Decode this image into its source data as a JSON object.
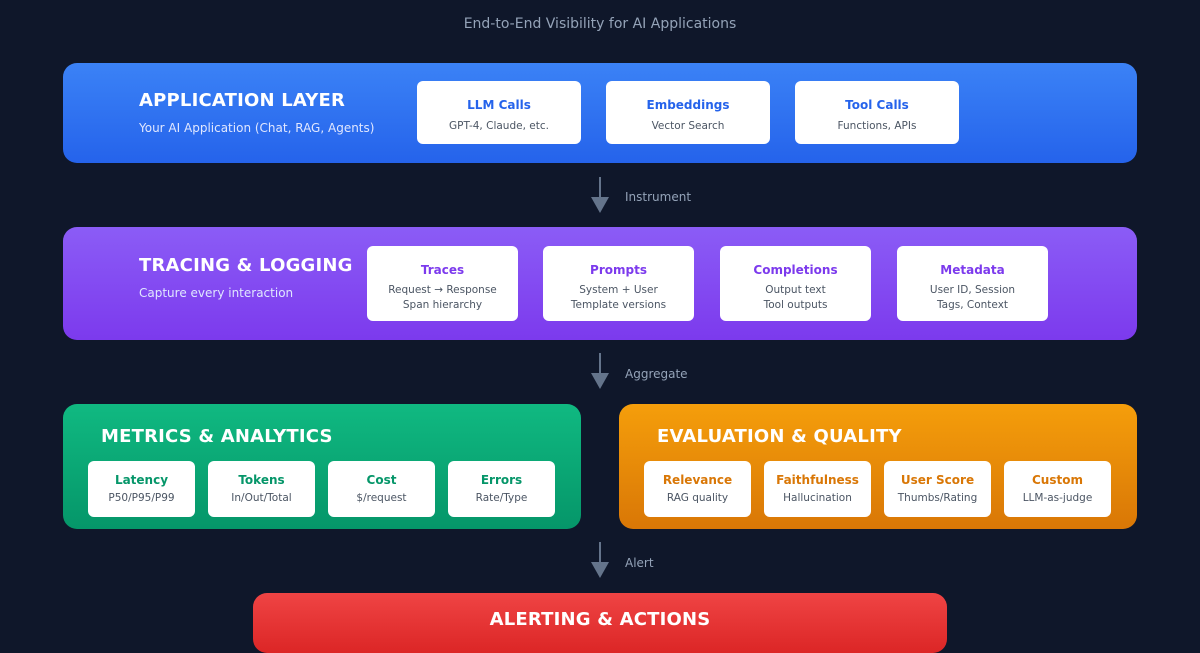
{
  "subtitle": "End-to-End Visibility for AI Applications",
  "application": {
    "title": "APPLICATION LAYER",
    "subtitle": "Your AI Application (Chat, RAG, Agents)",
    "cards": [
      {
        "title": "LLM Calls",
        "lines": [
          "GPT-4, Claude, etc."
        ]
      },
      {
        "title": "Embeddings",
        "lines": [
          "Vector Search"
        ]
      },
      {
        "title": "Tool Calls",
        "lines": [
          "Functions, APIs"
        ]
      }
    ]
  },
  "arrows": [
    "Instrument",
    "Aggregate",
    "Alert"
  ],
  "tracing": {
    "title": "TRACING & LOGGING",
    "subtitle": "Capture every interaction",
    "cards": [
      {
        "title": "Traces",
        "lines": [
          "Request → Response",
          "Span hierarchy"
        ]
      },
      {
        "title": "Prompts",
        "lines": [
          "System + User",
          "Template versions"
        ]
      },
      {
        "title": "Completions",
        "lines": [
          "Output text",
          "Tool outputs"
        ]
      },
      {
        "title": "Metadata",
        "lines": [
          "User ID, Session",
          "Tags, Context"
        ]
      }
    ]
  },
  "metrics": {
    "title": "METRICS & ANALYTICS",
    "cards": [
      {
        "title": "Latency",
        "lines": [
          "P50/P95/P99"
        ]
      },
      {
        "title": "Tokens",
        "lines": [
          "In/Out/Total"
        ]
      },
      {
        "title": "Cost",
        "lines": [
          "$/request"
        ]
      },
      {
        "title": "Errors",
        "lines": [
          "Rate/Type"
        ]
      }
    ]
  },
  "evaluation": {
    "title": "EVALUATION & QUALITY",
    "cards": [
      {
        "title": "Relevance",
        "lines": [
          "RAG quality"
        ]
      },
      {
        "title": "Faithfulness",
        "lines": [
          "Hallucination"
        ]
      },
      {
        "title": "User Score",
        "lines": [
          "Thumbs/Rating"
        ]
      },
      {
        "title": "Custom",
        "lines": [
          "LLM-as-judge"
        ]
      }
    ]
  },
  "alerting": {
    "title": "ALERTING & ACTIONS"
  },
  "colors": {
    "application": "#2563eb",
    "tracing": "#7c3aed",
    "metrics": "#059669",
    "evaluation": "#d97706",
    "alerting": "#dc2626",
    "background": "#0f172a"
  }
}
